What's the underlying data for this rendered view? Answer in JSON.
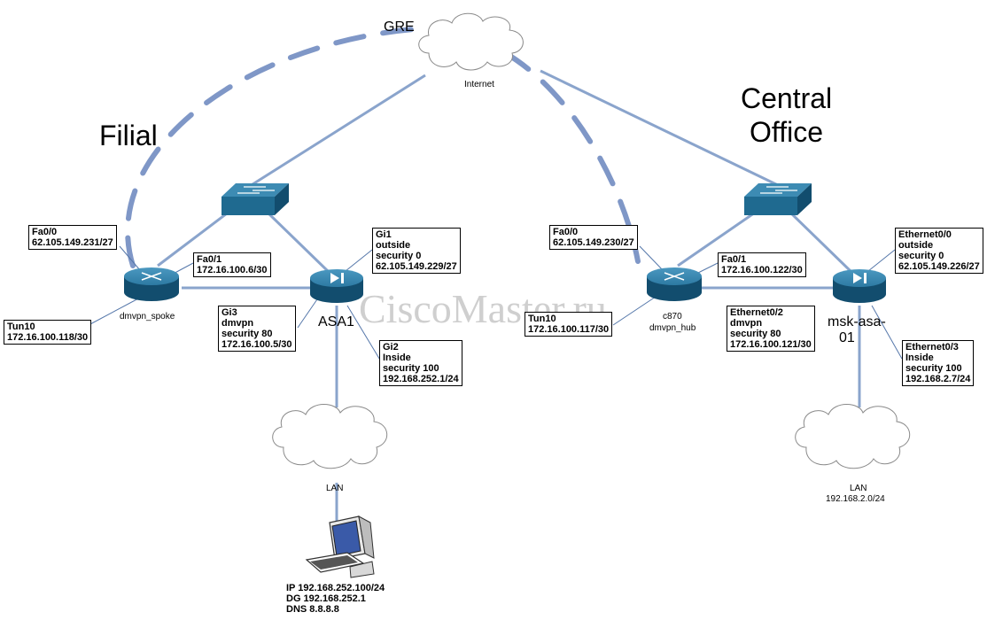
{
  "titles": {
    "filial": "Filial",
    "central_office_line1": "Central",
    "central_office_line2": "Office",
    "gre": "GRE",
    "watermark": "CiscoMaster.ru"
  },
  "internet": {
    "label": "Internet"
  },
  "filial": {
    "router": {
      "name": "dmvpn_spoke"
    },
    "asa": {
      "name": "ASA1"
    },
    "fa00_box": [
      "Fa0/0",
      "62.105.149.231/27"
    ],
    "fa01_box": [
      "Fa0/1",
      "172.16.100.6/30"
    ],
    "tun_box": [
      "Tun10",
      "172.16.100.118/30"
    ],
    "gi1_box": [
      "Gi1",
      "outside",
      "security 0",
      "62.105.149.229/27"
    ],
    "gi3_box": [
      "Gi3",
      "dmvpn",
      "security 80",
      "172.16.100.5/30"
    ],
    "gi2_box": [
      "Gi2",
      "Inside",
      "security 100",
      "192.168.252.1/24"
    ],
    "lan": {
      "label": "LAN"
    },
    "pc": [
      "IP 192.168.252.100/24",
      "DG 192.168.252.1",
      "DNS 8.8.8.8"
    ]
  },
  "central": {
    "router": {
      "name_line1": "c870",
      "name_line2": "dmvpn_hub"
    },
    "asa": {
      "name_line1": "msk-asa-",
      "name_line2": "01"
    },
    "fa00_box": [
      "Fa0/0",
      "62.105.149.230/27"
    ],
    "fa01_box": [
      "Fa0/1",
      "172.16.100.122/30"
    ],
    "tun_box": [
      "Tun10",
      "172.16.100.117/30"
    ],
    "e00_box": [
      "Ethernet0/0",
      "outside",
      "security 0",
      "62.105.149.226/27"
    ],
    "e02_box": [
      "Ethernet0/2",
      "dmvpn",
      "security 80",
      "172.16.100.121/30"
    ],
    "e03_box": [
      "Ethernet0/3",
      "Inside",
      "security 100",
      "192.168.2.7/24"
    ],
    "lan": {
      "label_line1": "LAN",
      "label_line2": "192.168.2.0/24"
    }
  },
  "colors": {
    "link": "#8aa4cc",
    "tunnel": "#7a94c4",
    "device_top": "#2f7fa6",
    "device_side": "#1b5d80",
    "cloud_stroke": "#8a8a8a"
  }
}
